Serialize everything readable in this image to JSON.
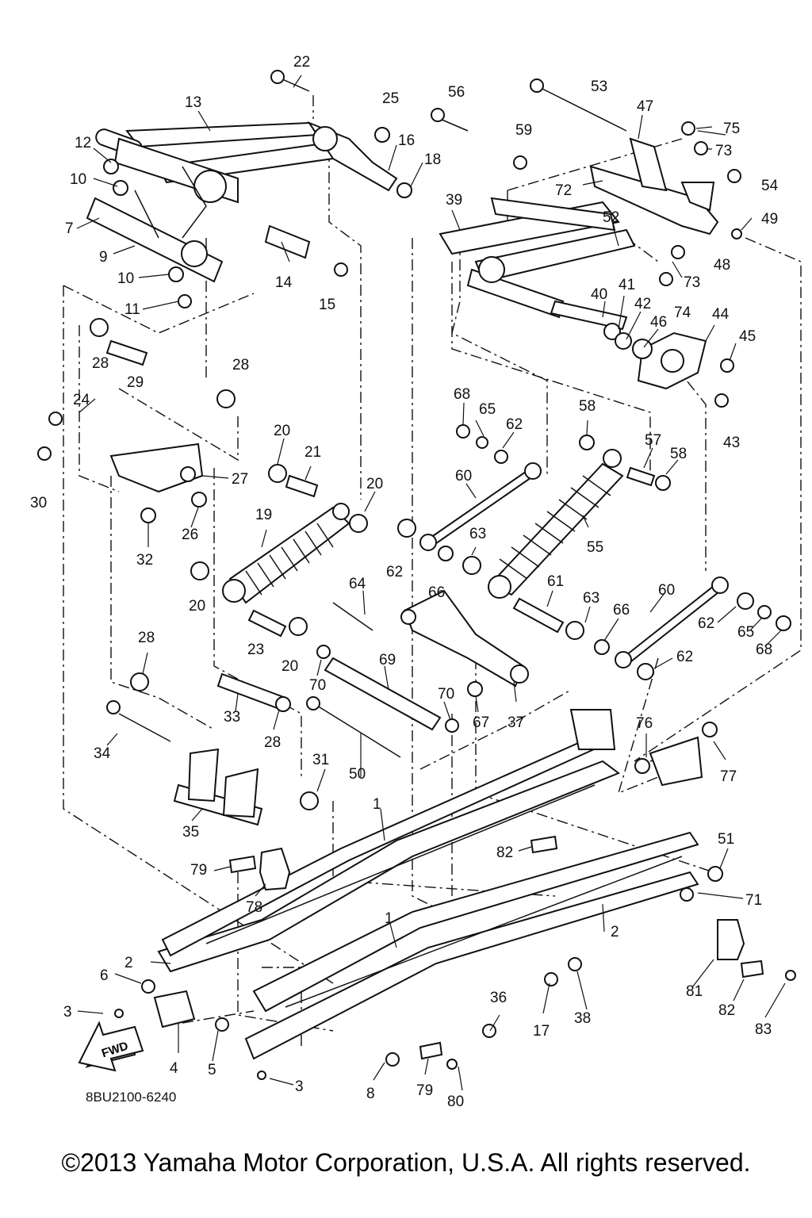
{
  "diagram": {
    "drawing_code": "8BU2100-6240",
    "fwd_label": "FWD",
    "callouts": [
      "1",
      "1",
      "2",
      "2",
      "3",
      "3",
      "4",
      "5",
      "6",
      "7",
      "8",
      "9",
      "10",
      "10",
      "11",
      "12",
      "13",
      "14",
      "15",
      "16",
      "17",
      "18",
      "19",
      "20",
      "20",
      "20",
      "20",
      "21",
      "22",
      "23",
      "24",
      "25",
      "26",
      "27",
      "28",
      "28",
      "28",
      "28",
      "29",
      "30",
      "31",
      "32",
      "33",
      "34",
      "35",
      "36",
      "37",
      "38",
      "39",
      "40",
      "41",
      "42",
      "43",
      "44",
      "45",
      "46",
      "47",
      "48",
      "49",
      "50",
      "51",
      "52",
      "53",
      "54",
      "55",
      "56",
      "57",
      "58",
      "58",
      "59",
      "60",
      "60",
      "61",
      "62",
      "62",
      "62",
      "62",
      "63",
      "63",
      "64",
      "65",
      "65",
      "66",
      "66",
      "67",
      "68",
      "68",
      "69",
      "70",
      "70",
      "71",
      "72",
      "73",
      "73",
      "74",
      "75",
      "76",
      "77",
      "78",
      "79",
      "79",
      "80",
      "81",
      "82",
      "82",
      "83"
    ]
  },
  "footer": {
    "copyright": "©2013 Yamaha Motor Corporation, U.S.A. All rights reserved."
  }
}
